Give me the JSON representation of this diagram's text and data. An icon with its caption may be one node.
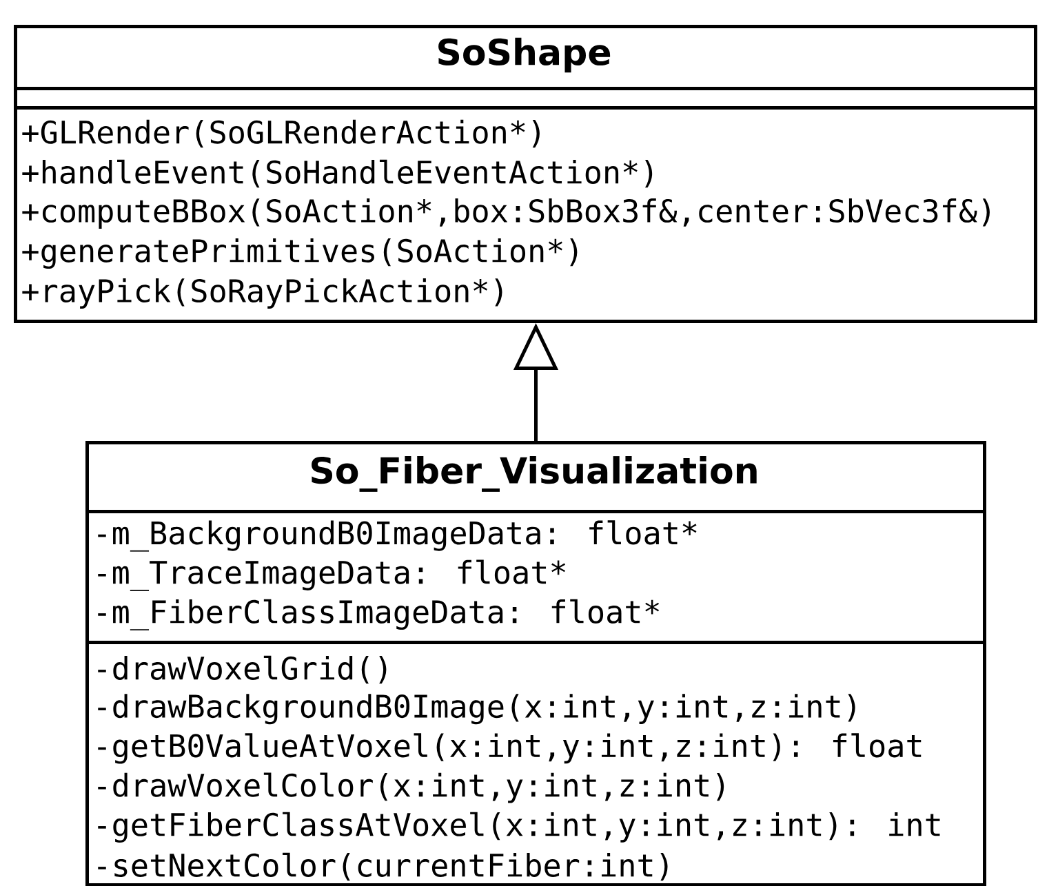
{
  "diagram": {
    "nodes": [
      {
        "text": [
          "SoShape"
        ]
      },
      {
        "text": [],
        "shape": "box",
        "in": 0
      },
      {
        "text": [
          "+GLRender(SoGLRenderAction*)",
          "+handleEvent(SoHandleEventAction*)",
          "+computeBBox(SoAction*,box:SbBox3f&,center:SbVec3f&)",
          "+generatePrimitives(SoAction*)",
          "+rayPick(SoRayPickAction*)"
        ],
        "in": 0
      },
      {
        "text": [
          "So_Fiber_Visualization"
        ]
      },
      {
        "text": [
          "-m_BackgroundB0ImageData: float*",
          "-m_TraceImageData: float*",
          "-m_FiberClassImageData: float*"
        ],
        "in": 3
      },
      {
        "text": [
          "-drawVoxelGrid()",
          "-drawBackgroundB0Image(x:int,y:int,z:int)",
          "-getB0ValueAtVoxel(x:int,y:int,z:int): float",
          "-drawVoxelColor(x:int,y:int,z:int)",
          "-getFiberClassAtVoxel(x:int,y:int,z:int): int",
          "-setNextColor(currentFiber:int)"
        ],
        "in": 3
      }
    ],
    "edges": [
      {
        "from": 3,
        "to": 0,
        "arrow": "to"
      }
    ]
  }
}
